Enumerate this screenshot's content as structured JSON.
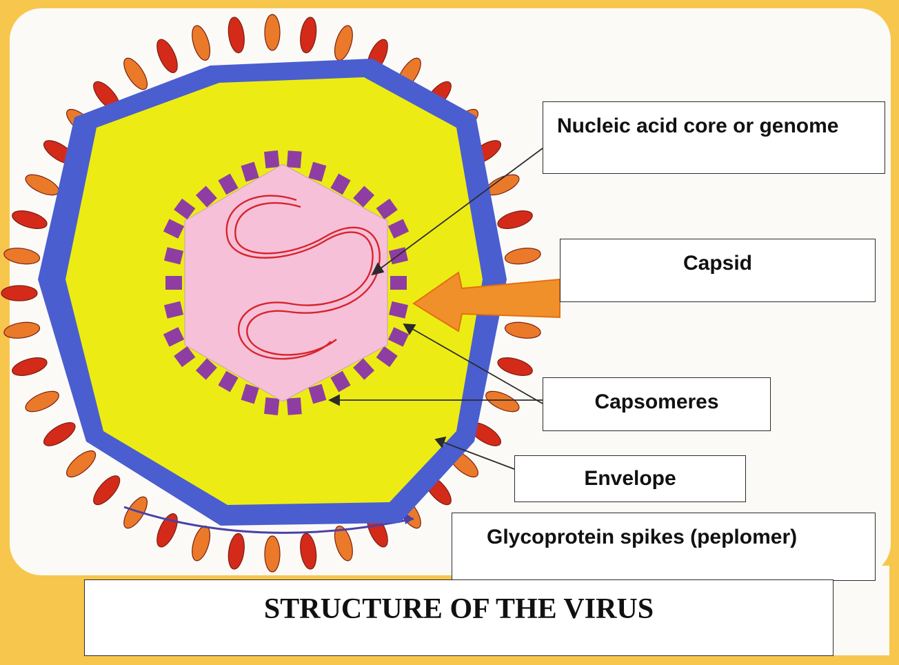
{
  "title": "STRUCTURE OF THE VIRUS",
  "labels": {
    "nucleic_acid": "Nucleic acid  core or genome",
    "capsid": "Capsid",
    "capsomeres": "Capsomeres",
    "envelope": "Envelope",
    "spikes": "Glycoprotein spikes    (peplomer)"
  },
  "colors": {
    "background_frame": "#f7c64c",
    "panel": "#ffffff",
    "envelope": "#4a5ed0",
    "interior": "#ecec14",
    "capsid_fill": "#f5c0d8",
    "capsomere": "#8e3ea2",
    "genome": "#d8232c",
    "spike_red": "#d42a1a",
    "spike_orange": "#ea7a2a",
    "pointer_arrow": "#f0902a"
  }
}
